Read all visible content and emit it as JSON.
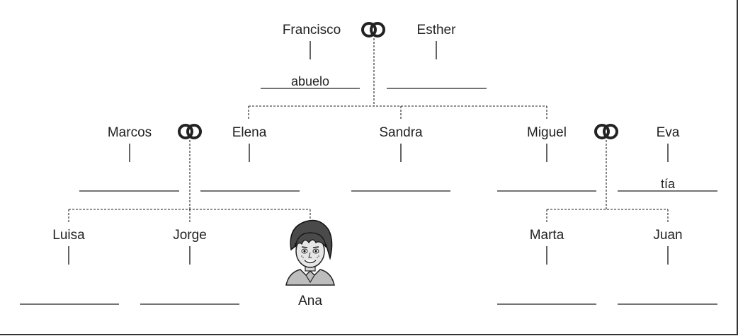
{
  "people": {
    "francisco": "Francisco",
    "esther": "Esther",
    "marcos": "Marcos",
    "elena": "Elena",
    "sandra": "Sandra",
    "miguel": "Miguel",
    "eva": "Eva",
    "luisa": "Luisa",
    "jorge": "Jorge",
    "ana": "Ana",
    "marta": "Marta",
    "juan": "Juan"
  },
  "answers": {
    "francisco": "abuelo",
    "eva": "tía"
  },
  "icons": {
    "marriage": "wedding-rings-icon",
    "portrait": "ana-portrait-icon"
  }
}
